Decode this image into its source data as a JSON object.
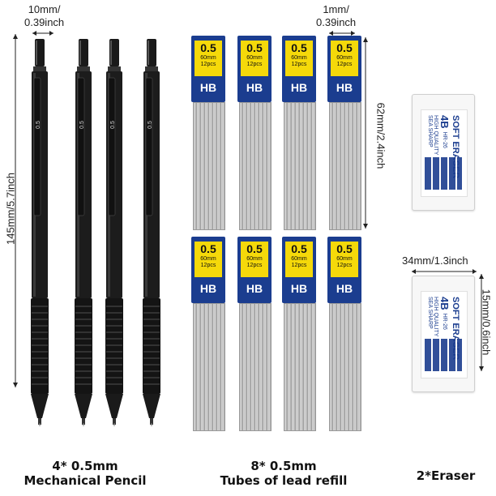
{
  "dimensions": {
    "pencil_width": "10mm/\n0.39inch",
    "pencil_width_line1": "10mm/",
    "pencil_width_line2": "0.39inch",
    "pencil_length": "145mm/5.7inch",
    "tube_width_line1": "1mm/",
    "tube_width_line2": "0.39inch",
    "tube_length": "62mm/2.4inch",
    "eraser_width": "34mm/1.3inch",
    "eraser_height": "15mm/0.6inch"
  },
  "pencils": {
    "count": 4,
    "badge": "0.5",
    "color": "#1a1a1a"
  },
  "tubes": {
    "count": 8,
    "size": "0.5",
    "length": "60mm",
    "pieces": "12pcs",
    "grade": "HB",
    "label_color": "#f5d90a",
    "band_color": "#1b3d8f"
  },
  "erasers": {
    "count": 2,
    "brand": "SOFT ERASER",
    "model": "4B",
    "code": "HR-26",
    "quality": "HIGH QUALITY",
    "maker": "SEA SHARP",
    "accent": "#1b3d8f"
  },
  "captions": {
    "pencils_line1": "4* 0.5mm",
    "pencils_line2": "Mechanical Pencil",
    "tubes_line1": "8* 0.5mm",
    "tubes_line2": "Tubes of lead refill",
    "erasers": "2*Eraser"
  }
}
